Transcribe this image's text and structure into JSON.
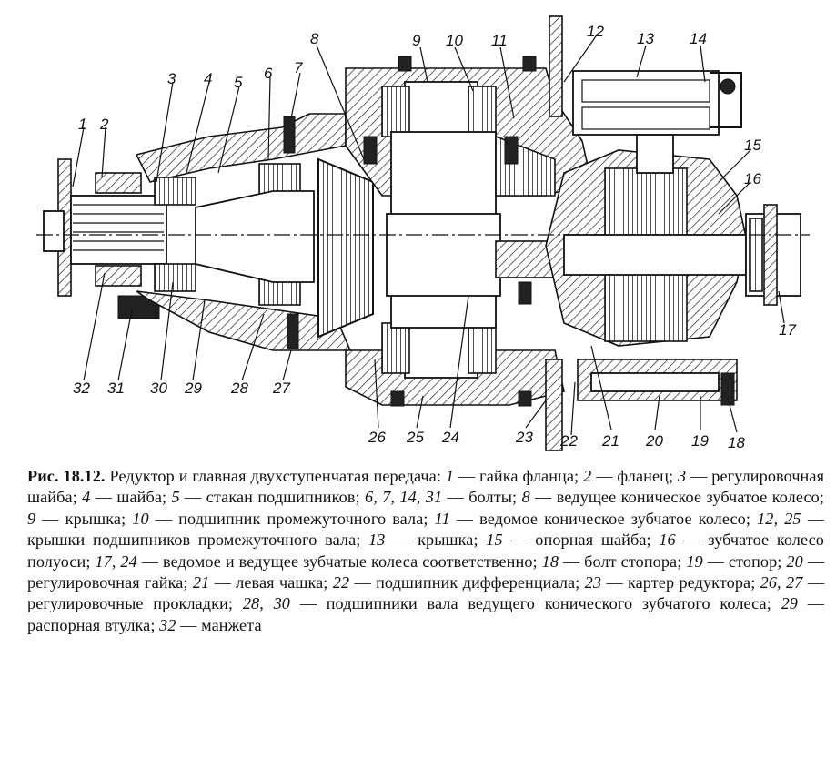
{
  "figure": {
    "callouts": [
      "1",
      "2",
      "3",
      "4",
      "5",
      "6",
      "7",
      "8",
      "9",
      "10",
      "11",
      "12",
      "13",
      "14",
      "15",
      "16",
      "17",
      "18",
      "19",
      "20",
      "21",
      "22",
      "23",
      "24",
      "25",
      "26",
      "27",
      "28",
      "29",
      "30",
      "31",
      "32"
    ]
  },
  "caption": {
    "label": "Рис. 18.12.",
    "parts": [
      {
        "t": " Редуктор и главная двухступенчатая передача: "
      },
      {
        "i": "1"
      },
      {
        "t": " — гайка фланца; "
      },
      {
        "i": "2"
      },
      {
        "t": " — фланец; "
      },
      {
        "i": "3"
      },
      {
        "t": " — регулировочная шайба; "
      },
      {
        "i": "4"
      },
      {
        "t": " — шайба; "
      },
      {
        "i": "5"
      },
      {
        "t": " — стакан подшипников; "
      },
      {
        "i": "6, 7, 14, 31"
      },
      {
        "t": " — болты; "
      },
      {
        "i": "8"
      },
      {
        "t": " — ведущее коническое зубчатое колесо; "
      },
      {
        "i": "9"
      },
      {
        "t": " — крышка; "
      },
      {
        "i": "10"
      },
      {
        "t": " — подшипник промежуточного вала; "
      },
      {
        "i": "11"
      },
      {
        "t": " — ведомое коническое зубчатое колесо; "
      },
      {
        "i": "12, 25"
      },
      {
        "t": " — крышки подшипников промежуточного вала; "
      },
      {
        "i": "13"
      },
      {
        "t": " — крышка; "
      },
      {
        "i": "15"
      },
      {
        "t": " — опорная шайба; "
      },
      {
        "i": "16"
      },
      {
        "t": " — зубчатое колесо полуоси; "
      },
      {
        "i": "17, 24"
      },
      {
        "t": " — ведомое и ведущее зубчатые колеса соответственно; "
      },
      {
        "i": "18"
      },
      {
        "t": " — болт стопора; "
      },
      {
        "i": "19"
      },
      {
        "t": " — стопор; "
      },
      {
        "i": "20"
      },
      {
        "t": " — регулировочная гайка; "
      },
      {
        "i": "21"
      },
      {
        "t": " — левая чашка; "
      },
      {
        "i": "22"
      },
      {
        "t": " — подшипник дифференциала; "
      },
      {
        "i": "23"
      },
      {
        "t": " — картер редуктора; "
      },
      {
        "i": "26, 27"
      },
      {
        "t": " — регулировочные прокладки; "
      },
      {
        "i": "28, 30"
      },
      {
        "t": " — подшипники вала ведущего конического зубчатого колеса; "
      },
      {
        "i": "29"
      },
      {
        "t": " — распорная втулка; "
      },
      {
        "i": "32"
      },
      {
        "t": " — манжета"
      }
    ]
  }
}
